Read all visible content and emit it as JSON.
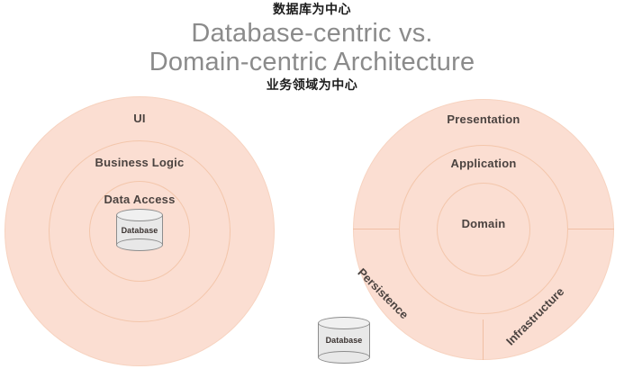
{
  "header": {
    "annotation_top": "数据库为中心",
    "title_line1": "Database-centric vs.",
    "title_line2": "Domain-centric Architecture",
    "annotation_bottom": "业务领域为中心",
    "title_color": "#8b8b8b",
    "annotation_color": "#1c1c1c"
  },
  "colors": {
    "ring_fill": "#fbded2",
    "ring_border": "#f3c6ab",
    "divider": "#f0bfa4",
    "label_text": "#4b4340",
    "cylinder_fill": "#e8e8e8",
    "cylinder_stroke": "#8d8d8d",
    "background": "#ffffff"
  },
  "left_diagram": {
    "name": "Database-centric Architecture",
    "rings": [
      {
        "label": "UI",
        "level": 1
      },
      {
        "label": "Business Logic",
        "level": 2
      },
      {
        "label": "Data Access",
        "level": 3
      }
    ],
    "center_element": {
      "label": "Database",
      "shape": "cylinder"
    }
  },
  "right_diagram": {
    "name": "Domain-centric Architecture",
    "rings": [
      {
        "label": "Presentation",
        "level": 1
      },
      {
        "label": "Application",
        "level": 2
      },
      {
        "label": "Domain",
        "level": 3
      }
    ],
    "outer_segments": [
      {
        "label": "Persistence",
        "position": "bottom-left",
        "rotation_deg": 45
      },
      {
        "label": "Infrastructure",
        "position": "bottom-right",
        "rotation_deg": -45
      }
    ]
  },
  "external_element": {
    "label": "Database",
    "shape": "cylinder"
  }
}
